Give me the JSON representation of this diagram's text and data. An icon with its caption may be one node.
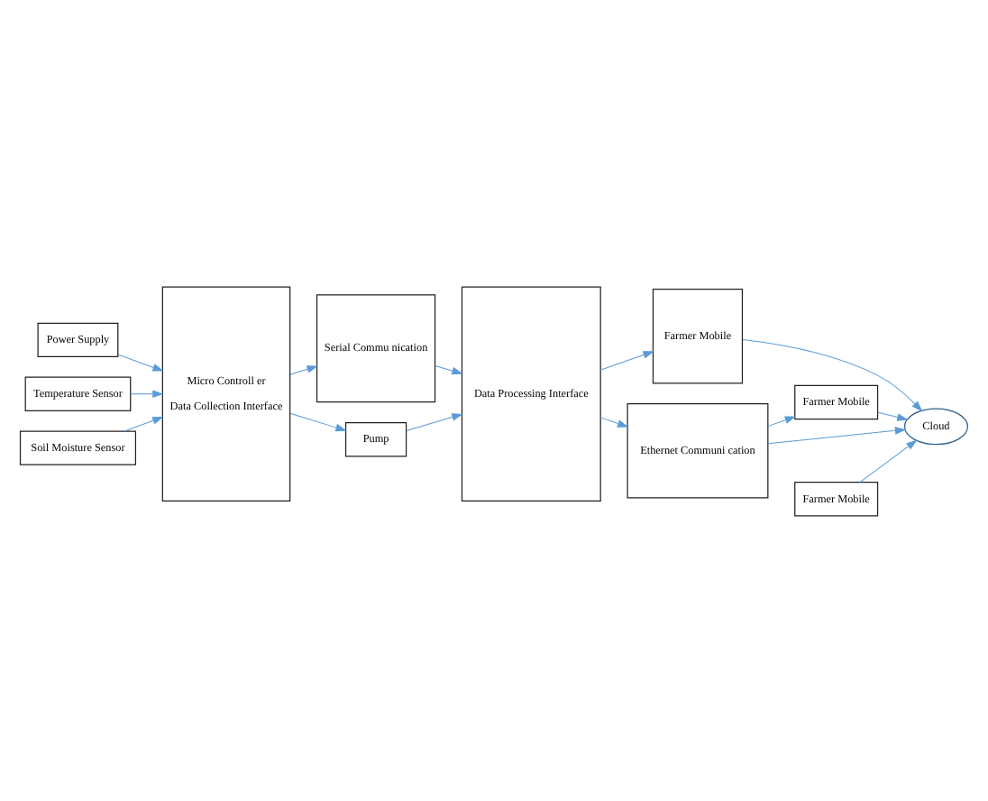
{
  "diagram": {
    "nodes": [
      {
        "text": [
          "Power Supply"
        ]
      },
      {
        "text": [
          "Temperature Sensor"
        ]
      },
      {
        "text": [
          "Soil Moisture Sensor"
        ]
      },
      {
        "text": [
          "Micro Controll er",
          "Data Collection Interface"
        ]
      },
      {
        "text": [
          "Serial Commu nication"
        ]
      },
      {
        "text": [
          "Pump"
        ]
      },
      {
        "text": [
          "Data Processing Interface"
        ]
      },
      {
        "text": [
          "Farmer Mobile"
        ]
      },
      {
        "text": [
          "Ethernet Communi cation"
        ]
      },
      {
        "text": [
          "Farmer Mobile"
        ]
      },
      {
        "text": [
          "Farmer Mobile"
        ]
      },
      {
        "text": [
          "Cloud"
        ]
      }
    ],
    "edges": [
      {
        "from": 0,
        "to": 3,
        "arrow": "to"
      },
      {
        "from": 1,
        "to": 3,
        "arrow": "to"
      },
      {
        "from": 2,
        "to": 3,
        "arrow": "to"
      },
      {
        "from": 3,
        "to": 4,
        "arrow": "to"
      },
      {
        "from": 3,
        "to": 5,
        "arrow": "to"
      },
      {
        "from": 4,
        "to": 6,
        "arrow": "to"
      },
      {
        "from": 5,
        "to": 6,
        "arrow": "to"
      },
      {
        "from": 6,
        "to": 7,
        "arrow": "to"
      },
      {
        "from": 6,
        "to": 8,
        "arrow": "to"
      },
      {
        "from": 8,
        "to": 9,
        "arrow": "to"
      },
      {
        "from": 7,
        "to": 11,
        "arrow": "to"
      },
      {
        "from": 8,
        "to": 11,
        "arrow": "to"
      },
      {
        "from": 9,
        "to": 11,
        "arrow": "to"
      },
      {
        "from": 10,
        "to": 11,
        "arrow": "to"
      }
    ]
  }
}
